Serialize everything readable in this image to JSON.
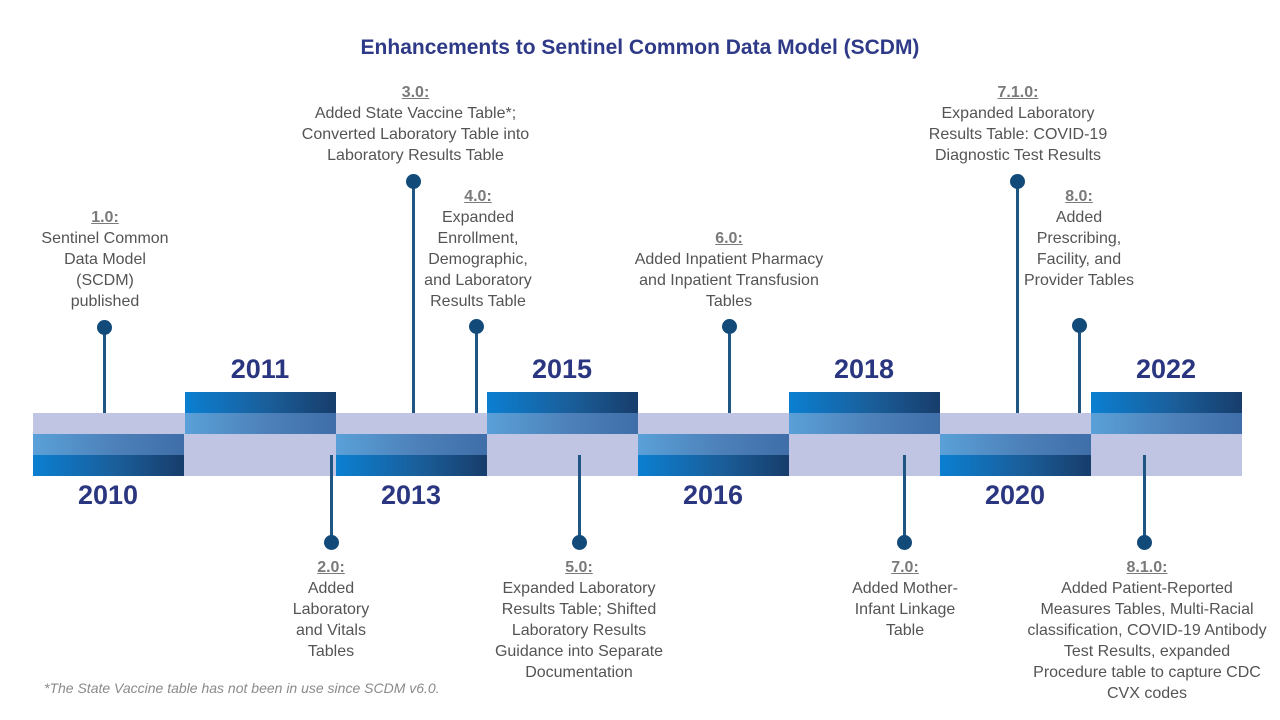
{
  "title": "Enhancements to Sentinel Common Data Model (SCDM)",
  "years": [
    "2010",
    "2011",
    "2013",
    "2015",
    "2016",
    "2018",
    "2020",
    "2022"
  ],
  "milestones": [
    {
      "version": "1.0:",
      "description": "Sentinel Common Data Model (SCDM) published"
    },
    {
      "version": "2.0:",
      "description": "Added Laboratory and Vitals Tables"
    },
    {
      "version": "3.0:",
      "description": "Added State Vaccine Table*; Converted Laboratory Table into Laboratory Results Table"
    },
    {
      "version": "4.0:",
      "description": "Expanded Enrollment, Demographic, and Laboratory Results Table"
    },
    {
      "version": "5.0:",
      "description": "Expanded Laboratory Results Table; Shifted Laboratory Results Guidance into Separate Documentation"
    },
    {
      "version": "6.0:",
      "description": "Added Inpatient Pharmacy and Inpatient Transfusion Tables"
    },
    {
      "version": "7.0:",
      "description": "Added Mother-Infant Linkage Table"
    },
    {
      "version": "7.1.0:",
      "description": "Expanded Laboratory Results Table: COVID-19 Diagnostic Test Results"
    },
    {
      "version": "8.0:",
      "description": "Added Prescribing, Facility, and Provider Tables"
    },
    {
      "version": "8.1.0:",
      "description": "Added Patient-Reported Measures Tables, Multi-Racial classification, COVID-19 Antibody Test Results, expanded Procedure table to capture CDC CVX codes"
    }
  ],
  "footnote": "*The State Vaccine table has not been in use since SCDM v6.0."
}
